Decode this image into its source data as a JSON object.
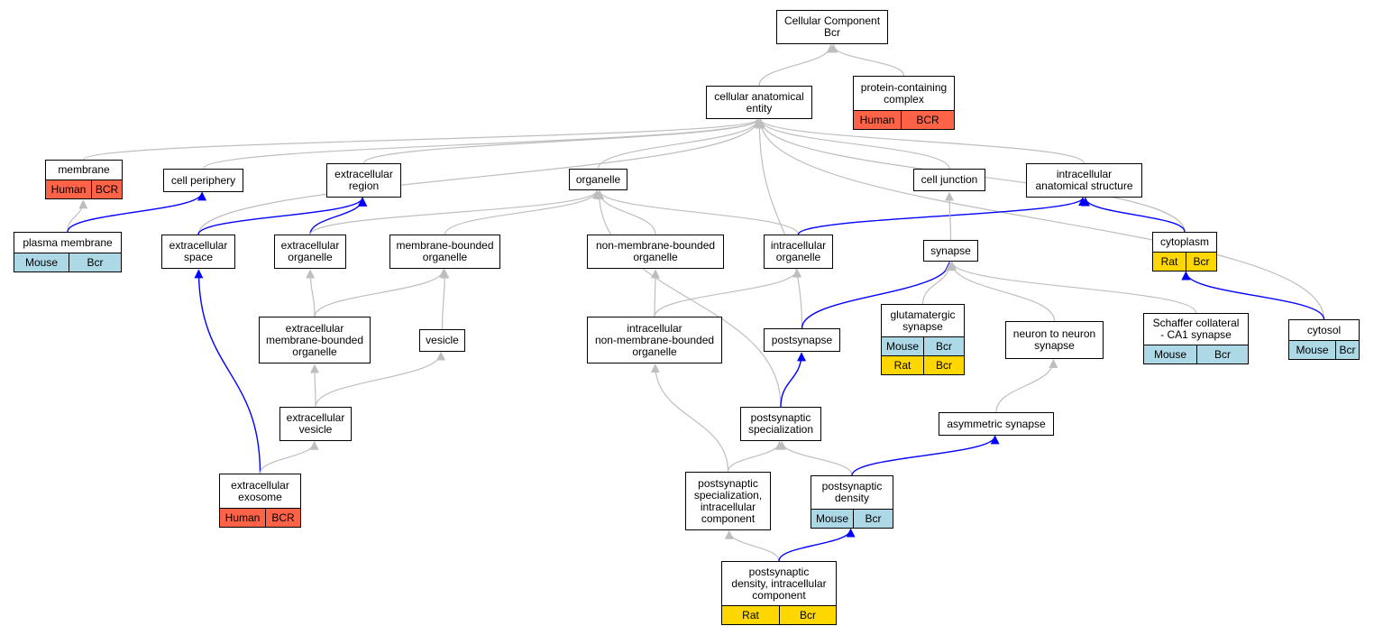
{
  "colors": {
    "Human": "#FF6347",
    "Mouse": "#ADD8E6",
    "Rat": "#FFD700",
    "edge_is_a": "#BEBEBE",
    "edge_part_of": "#0000FF"
  },
  "nodes": [
    {
      "id": "root",
      "label": "Cellular Component\nBcr",
      "annotations": []
    },
    {
      "id": "cae",
      "label": "cellular anatomical\nentity",
      "annotations": []
    },
    {
      "id": "pcc",
      "label": "protein-containing\ncomplex",
      "annotations": [
        {
          "species": "Human",
          "gene": "BCR"
        }
      ]
    },
    {
      "id": "membrane",
      "label": "membrane",
      "annotations": [
        {
          "species": "Human",
          "gene": "BCR"
        }
      ]
    },
    {
      "id": "cellperiphery",
      "label": "cell periphery",
      "annotations": []
    },
    {
      "id": "extraregion",
      "label": "extracellular\nregion",
      "annotations": []
    },
    {
      "id": "organelle",
      "label": "organelle",
      "annotations": []
    },
    {
      "id": "celljunction",
      "label": "cell junction",
      "annotations": []
    },
    {
      "id": "ias",
      "label": "intracellular\nanatomical structure",
      "annotations": []
    },
    {
      "id": "plasmamembrane",
      "label": "plasma membrane",
      "annotations": [
        {
          "species": "Mouse",
          "gene": "Bcr"
        }
      ]
    },
    {
      "id": "extraspace",
      "label": "extracellular\nspace",
      "annotations": []
    },
    {
      "id": "extraorganelle",
      "label": "extracellular\norganelle",
      "annotations": []
    },
    {
      "id": "mbo",
      "label": "membrane-bounded\norganelle",
      "annotations": []
    },
    {
      "id": "nmbo",
      "label": "non-membrane-bounded\norganelle",
      "annotations": []
    },
    {
      "id": "intraorganelle",
      "label": "intracellular\norganelle",
      "annotations": []
    },
    {
      "id": "synapse",
      "label": "synapse",
      "annotations": []
    },
    {
      "id": "cytoplasm",
      "label": "cytoplasm",
      "annotations": [
        {
          "species": "Rat",
          "gene": "Bcr"
        }
      ]
    },
    {
      "id": "embo",
      "label": "extracellular\nmembrane-bounded\norganelle",
      "annotations": []
    },
    {
      "id": "vesicle",
      "label": "vesicle",
      "annotations": []
    },
    {
      "id": "inmbo",
      "label": "intracellular\nnon-membrane-bounded\norganelle",
      "annotations": []
    },
    {
      "id": "postsynapse",
      "label": "postsynapse",
      "annotations": []
    },
    {
      "id": "glutsynapse",
      "label": "glutamatergic\nsynapse",
      "annotations": [
        {
          "species": "Mouse",
          "gene": "Bcr"
        },
        {
          "species": "Rat",
          "gene": "Bcr"
        }
      ]
    },
    {
      "id": "n2n",
      "label": "neuron to neuron\nsynapse",
      "annotations": []
    },
    {
      "id": "schaffer",
      "label": "Schaffer collateral\n- CA1 synapse",
      "annotations": [
        {
          "species": "Mouse",
          "gene": "Bcr"
        }
      ]
    },
    {
      "id": "cytosol",
      "label": "cytosol",
      "annotations": [
        {
          "species": "Mouse",
          "gene": "Bcr"
        }
      ]
    },
    {
      "id": "extravesicle",
      "label": "extracellular\nvesicle",
      "annotations": []
    },
    {
      "id": "pss",
      "label": "postsynaptic\nspecialization",
      "annotations": []
    },
    {
      "id": "asymsynapse",
      "label": "asymmetric synapse",
      "annotations": []
    },
    {
      "id": "exosome",
      "label": "extracellular\nexosome",
      "annotations": [
        {
          "species": "Human",
          "gene": "BCR"
        }
      ]
    },
    {
      "id": "pssic",
      "label": "postsynaptic\nspecialization,\nintracellular\ncomponent",
      "annotations": []
    },
    {
      "id": "psd",
      "label": "postsynaptic\ndensity",
      "annotations": [
        {
          "species": "Mouse",
          "gene": "Bcr"
        }
      ]
    },
    {
      "id": "psdic",
      "label": "postsynaptic\ndensity, intracellular\ncomponent",
      "annotations": [
        {
          "species": "Rat",
          "gene": "Bcr"
        }
      ]
    }
  ],
  "edges": [
    {
      "from": "cae",
      "to": "root",
      "type": "is_a"
    },
    {
      "from": "pcc",
      "to": "root",
      "type": "is_a"
    },
    {
      "from": "membrane",
      "to": "cae",
      "type": "is_a"
    },
    {
      "from": "cellperiphery",
      "to": "cae",
      "type": "is_a"
    },
    {
      "from": "extraregion",
      "to": "cae",
      "type": "is_a"
    },
    {
      "from": "organelle",
      "to": "cae",
      "type": "is_a"
    },
    {
      "from": "celljunction",
      "to": "cae",
      "type": "is_a"
    },
    {
      "from": "ias",
      "to": "cae",
      "type": "is_a"
    },
    {
      "from": "extraspace",
      "to": "cae",
      "type": "is_a"
    },
    {
      "from": "postsynapse",
      "to": "cae",
      "type": "is_a"
    },
    {
      "from": "cytoplasm",
      "to": "cae",
      "type": "is_a"
    },
    {
      "from": "cytosol",
      "to": "cae",
      "type": "is_a"
    },
    {
      "from": "plasmamembrane",
      "to": "membrane",
      "type": "is_a"
    },
    {
      "from": "plasmamembrane",
      "to": "cellperiphery",
      "type": "part_of"
    },
    {
      "from": "extraspace",
      "to": "extraregion",
      "type": "part_of"
    },
    {
      "from": "extraorganelle",
      "to": "extraregion",
      "type": "part_of"
    },
    {
      "from": "extraorganelle",
      "to": "organelle",
      "type": "is_a"
    },
    {
      "from": "mbo",
      "to": "organelle",
      "type": "is_a"
    },
    {
      "from": "nmbo",
      "to": "organelle",
      "type": "is_a"
    },
    {
      "from": "intraorganelle",
      "to": "organelle",
      "type": "is_a"
    },
    {
      "from": "intraorganelle",
      "to": "ias",
      "type": "part_of"
    },
    {
      "from": "pss",
      "to": "organelle",
      "type": "is_a"
    },
    {
      "from": "synapse",
      "to": "celljunction",
      "type": "is_a"
    },
    {
      "from": "cytoplasm",
      "to": "ias",
      "type": "part_of"
    },
    {
      "from": "cytosol",
      "to": "cytoplasm",
      "type": "part_of"
    },
    {
      "from": "embo",
      "to": "extraorganelle",
      "type": "is_a"
    },
    {
      "from": "embo",
      "to": "mbo",
      "type": "is_a"
    },
    {
      "from": "vesicle",
      "to": "mbo",
      "type": "is_a"
    },
    {
      "from": "inmbo",
      "to": "nmbo",
      "type": "is_a"
    },
    {
      "from": "inmbo",
      "to": "intraorganelle",
      "type": "is_a"
    },
    {
      "from": "postsynapse",
      "to": "synapse",
      "type": "part_of"
    },
    {
      "from": "glutsynapse",
      "to": "synapse",
      "type": "is_a"
    },
    {
      "from": "n2n",
      "to": "synapse",
      "type": "is_a"
    },
    {
      "from": "schaffer",
      "to": "synapse",
      "type": "is_a"
    },
    {
      "from": "extravesicle",
      "to": "embo",
      "type": "is_a"
    },
    {
      "from": "extravesicle",
      "to": "vesicle",
      "type": "is_a"
    },
    {
      "from": "pss",
      "to": "postsynapse",
      "type": "part_of"
    },
    {
      "from": "asymsynapse",
      "to": "n2n",
      "type": "is_a"
    },
    {
      "from": "exosome",
      "to": "extraspace",
      "type": "part_of"
    },
    {
      "from": "exosome",
      "to": "extravesicle",
      "type": "is_a"
    },
    {
      "from": "pssic",
      "to": "pss",
      "type": "is_a"
    },
    {
      "from": "pssic",
      "to": "inmbo",
      "type": "is_a"
    },
    {
      "from": "psd",
      "to": "pss",
      "type": "is_a"
    },
    {
      "from": "psd",
      "to": "asymsynapse",
      "type": "part_of"
    },
    {
      "from": "psdic",
      "to": "pssic",
      "type": "is_a"
    },
    {
      "from": "psdic",
      "to": "psd",
      "type": "part_of"
    }
  ]
}
